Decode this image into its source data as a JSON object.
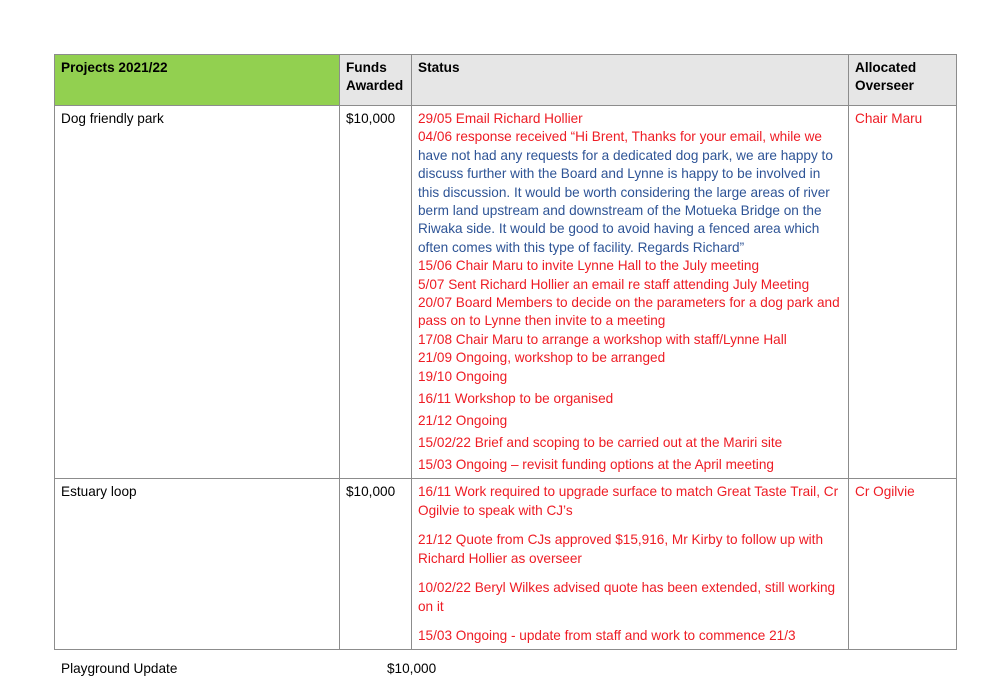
{
  "table": {
    "headers": {
      "project": "Projects 2021/22",
      "funds_line1": "Funds",
      "funds_line2": "Awarded",
      "status": "Status",
      "overseer_line1": "Allocated",
      "overseer_line2": "Overseer"
    },
    "colors": {
      "header_green": "#92d050",
      "header_grey": "#e6e6e6",
      "red_text": "#ee1c24",
      "blue_text": "#2e5496"
    },
    "rows": [
      {
        "project": "Dog friendly park",
        "funds": "$10,000",
        "overseer": "Chair Maru",
        "status": [
          {
            "text": "29/05 Email Richard Hollier",
            "color": "red"
          },
          {
            "text": "04/06 response received “Hi Brent, Thanks for your email, while we",
            "color": "red"
          },
          {
            "text": "have not had any requests for a dedicated dog park, we are happy to discuss further with the Board and Lynne is happy to be involved in this discussion. It would be worth considering the large areas of river berm land upstream and downstream of the Motueka Bridge on the Riwaka side. It would be good to avoid having a fenced area which often comes with this type of facility. Regards Richard”",
            "color": "blue"
          },
          {
            "text": "15/06 Chair Maru to invite Lynne Hall to the July meeting",
            "color": "red"
          },
          {
            "text": "5/07 Sent Richard Hollier an email re staff attending July Meeting",
            "color": "red"
          },
          {
            "text": "20/07 Board Members to decide on the parameters for a dog park and pass on to Lynne then invite to a meeting",
            "color": "red"
          },
          {
            "text": "17/08 Chair Maru to arrange a workshop with staff/Lynne Hall",
            "color": "red"
          },
          {
            "text": "21/09 Ongoing, workshop to be arranged",
            "color": "red"
          },
          {
            "text": "19/10 Ongoing",
            "color": "red"
          },
          {
            "text": "16/11 Workshop to be organised",
            "color": "red"
          },
          {
            "text": "21/12 Ongoing",
            "color": "red"
          },
          {
            "text": "15/02/22 Brief and scoping to be carried out at the Mariri site",
            "color": "red"
          },
          {
            "text": "15/03 Ongoing – revisit funding options at the April meeting",
            "color": "red"
          }
        ]
      },
      {
        "project": "Estuary loop",
        "funds": "$10,000",
        "overseer": "Cr Ogilvie",
        "status": [
          {
            "text": "16/11 Work required to upgrade surface to match Great Taste Trail, Cr Ogilvie to speak with CJ’s",
            "color": "red"
          },
          {
            "text": "21/12 Quote from CJs approved $15,916, Mr Kirby to follow up with Richard Hollier as overseer",
            "color": "red"
          },
          {
            "text": "10/02/22 Beryl Wilkes advised quote has been extended, still working on it",
            "color": "red"
          },
          {
            "text": "15/03 Ongoing - update from staff and work to commence 21/3",
            "color": "red"
          }
        ]
      }
    ]
  },
  "footer": {
    "project": "Playground Update",
    "amount": "$10,000"
  }
}
